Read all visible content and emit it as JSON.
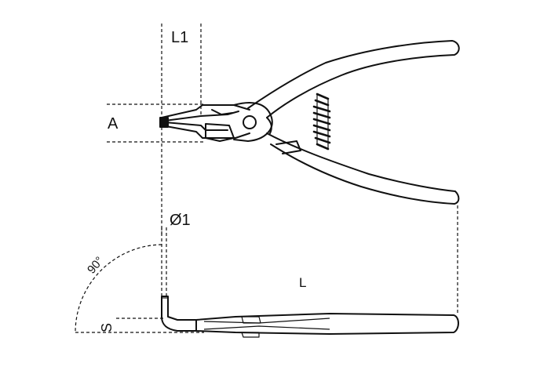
{
  "diagram": {
    "labels": {
      "l1": "L1",
      "a": "A",
      "o1": "Ø1",
      "angle": "90°",
      "l": "L",
      "s": "S"
    },
    "colors": {
      "stroke": "#111111",
      "background": "#ffffff"
    }
  }
}
